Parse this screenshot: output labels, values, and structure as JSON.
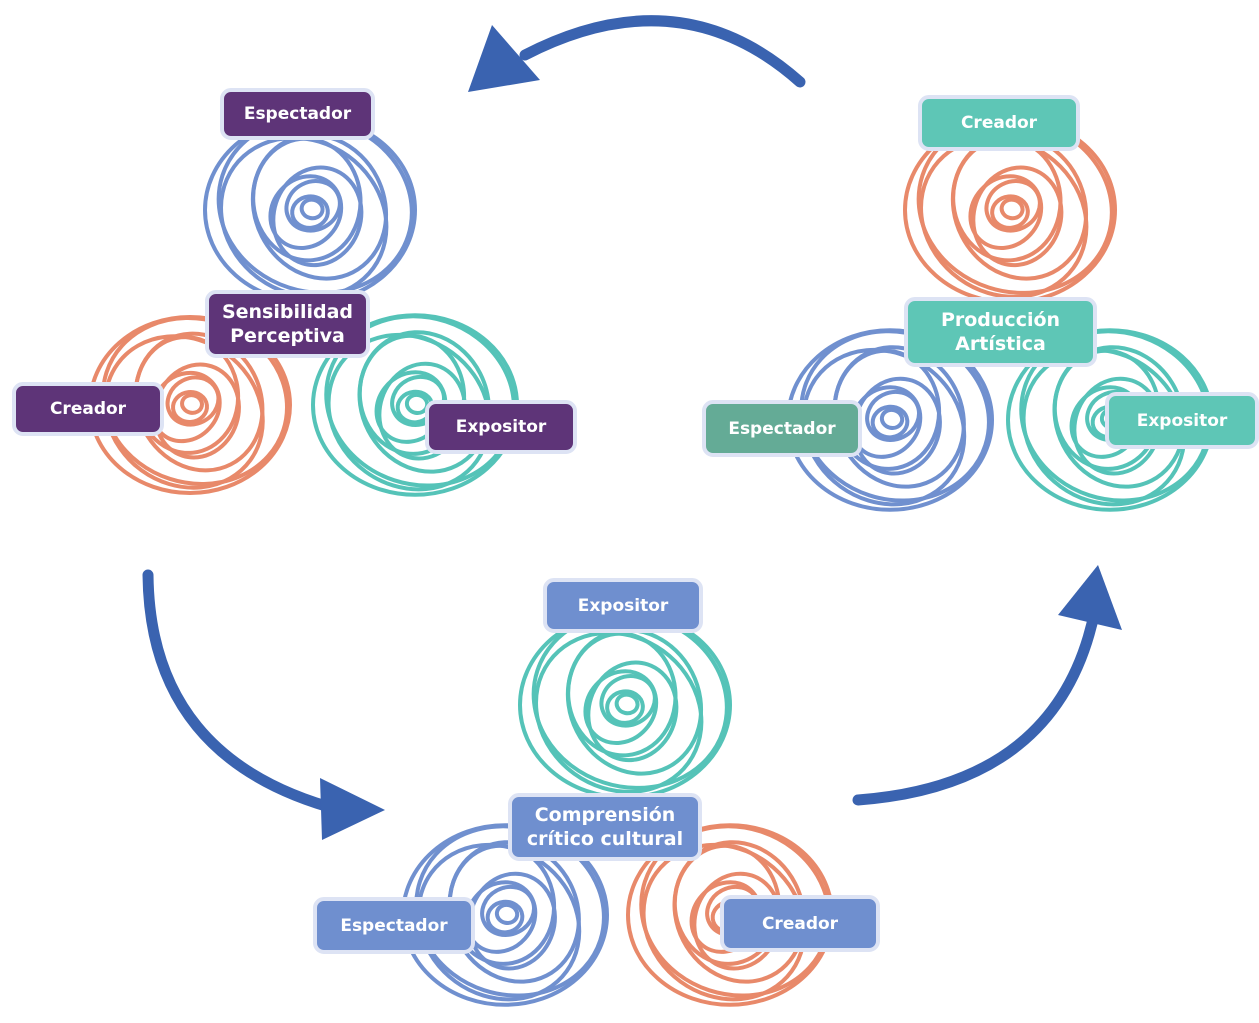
{
  "colors": {
    "arrow": "#3a63b0",
    "scribble_blue": "#7090cf",
    "scribble_orange": "#e8896a",
    "scribble_teal": "#55c3b8",
    "label_purple": "#5e3478",
    "label_teal": "#5ec6b6",
    "label_sage": "#64ab96",
    "label_blue": "#6f8fcf",
    "label_border": "#dde3f4"
  },
  "groups": {
    "sensibilidad": {
      "center": "Sensibilidad Perceptiva",
      "top": "Espectador",
      "left": "Creador",
      "right": "Expositor"
    },
    "produccion": {
      "center": "Producción Artística",
      "top": "Creador",
      "left": "Espectador",
      "right": "Expositor"
    },
    "comprension": {
      "center": "Comprensión crítico cultural",
      "top": "Expositor",
      "left": "Espectador",
      "right": "Creador"
    }
  }
}
